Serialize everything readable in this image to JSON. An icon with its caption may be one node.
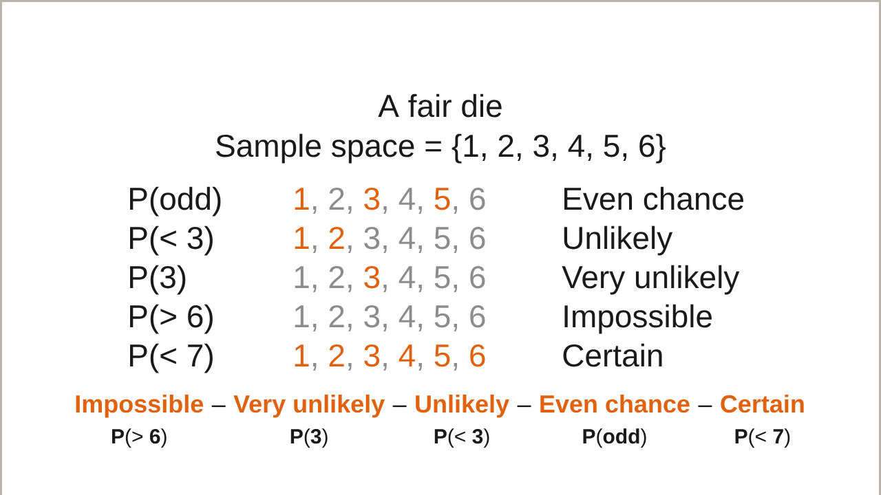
{
  "diagram": {
    "title": "A fair die",
    "labels": [
      "Sample space = {1, 2, 3, 4, 5, 6}",
      "P(odd)",
      "1, 2, 3, 4, 5, 6",
      "Even chance",
      "P(< 3)",
      "1, 2, 3, 4, 5, 6",
      "Unlikely",
      "P(3)",
      "1, 2, 3, 4, 5, 6",
      "Very unlikely",
      "P(> 6)",
      "1, 2, 3, 4, 5, 6",
      "Impossible",
      "P(< 7)",
      "1, 2, 3, 4, 5, 6",
      "Certain",
      "Impossible",
      "–",
      "Very unlikely",
      "–",
      "Unlikely",
      "–",
      "Even chance",
      "–",
      "Certain",
      "**P**(> **6**)",
      "**P**(**3**)",
      "**P**(< **3**)",
      "**P**(**odd**)",
      "**P**(< **7**)"
    ]
  }
}
